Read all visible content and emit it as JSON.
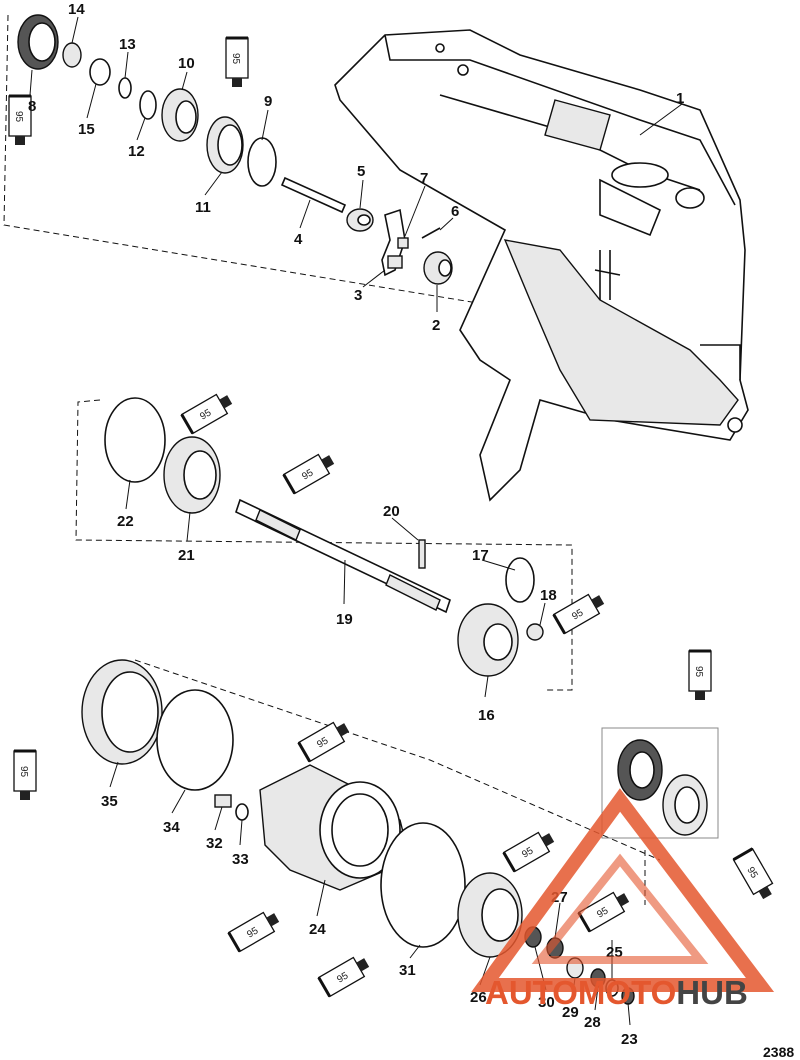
{
  "parts": [
    {
      "id": "p1",
      "label": "1"
    },
    {
      "id": "p2",
      "label": "2"
    },
    {
      "id": "p3",
      "label": "3"
    },
    {
      "id": "p4",
      "label": "4"
    },
    {
      "id": "p5",
      "label": "5"
    },
    {
      "id": "p6",
      "label": "6"
    },
    {
      "id": "p7",
      "label": "7"
    },
    {
      "id": "p8",
      "label": "8"
    },
    {
      "id": "p9",
      "label": "9"
    },
    {
      "id": "p10",
      "label": "10"
    },
    {
      "id": "p11",
      "label": "11"
    },
    {
      "id": "p12",
      "label": "12"
    },
    {
      "id": "p13",
      "label": "13"
    },
    {
      "id": "p14",
      "label": "14"
    },
    {
      "id": "p15",
      "label": "15"
    },
    {
      "id": "p16",
      "label": "16"
    },
    {
      "id": "p17",
      "label": "17"
    },
    {
      "id": "p18",
      "label": "18"
    },
    {
      "id": "p19",
      "label": "19"
    },
    {
      "id": "p20",
      "label": "20"
    },
    {
      "id": "p21",
      "label": "21"
    },
    {
      "id": "p22",
      "label": "22"
    },
    {
      "id": "p23",
      "label": "23"
    },
    {
      "id": "p24",
      "label": "24"
    },
    {
      "id": "p25",
      "label": "25"
    },
    {
      "id": "p26",
      "label": "26"
    },
    {
      "id": "p27",
      "label": "27"
    },
    {
      "id": "p28",
      "label": "28"
    },
    {
      "id": "p29",
      "label": "29"
    },
    {
      "id": "p30",
      "label": "30"
    },
    {
      "id": "p31",
      "label": "31"
    },
    {
      "id": "p32",
      "label": "32"
    },
    {
      "id": "p33",
      "label": "33"
    },
    {
      "id": "p34",
      "label": "34"
    },
    {
      "id": "p35",
      "label": "35"
    }
  ],
  "lubricant_label": "95",
  "watermark": {
    "part1": "AUTO",
    "part2": "MOTO",
    "part3": "HUB",
    "color_main": "#e4572e",
    "color_hub": "#444444"
  },
  "drawing_code": "2388"
}
